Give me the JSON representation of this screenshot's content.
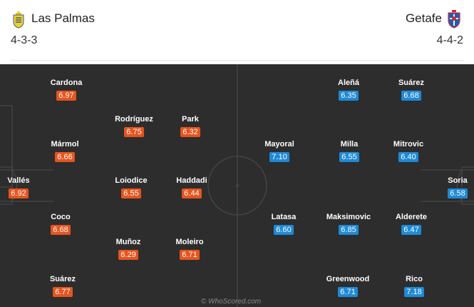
{
  "home": {
    "name": "Las Palmas",
    "formation": "4-3-3",
    "rating_color": "#e6541e",
    "crest_icon": "las-palmas-crest",
    "players": [
      {
        "name": "Cardona",
        "rating": "6.97"
      },
      {
        "name": "Rodríguez",
        "rating": "6.75"
      },
      {
        "name": "Park",
        "rating": "6.32"
      },
      {
        "name": "Mármol",
        "rating": "6.66"
      },
      {
        "name": "Vallés",
        "rating": "6.92"
      },
      {
        "name": "Loiodice",
        "rating": "6.55"
      },
      {
        "name": "Haddadi",
        "rating": "6.44"
      },
      {
        "name": "Coco",
        "rating": "6.68"
      },
      {
        "name": "Muñoz",
        "rating": "6.29"
      },
      {
        "name": "Moleiro",
        "rating": "6.71"
      },
      {
        "name": "Suárez",
        "rating": "6.77"
      }
    ]
  },
  "away": {
    "name": "Getafe",
    "formation": "4-4-2",
    "rating_color": "#1e8ad6",
    "crest_icon": "getafe-crest",
    "players": [
      {
        "name": "Aleñá",
        "rating": "6.35"
      },
      {
        "name": "Suárez",
        "rating": "6.68"
      },
      {
        "name": "Mayoral",
        "rating": "7.10"
      },
      {
        "name": "Milla",
        "rating": "6.55"
      },
      {
        "name": "Mitrovic",
        "rating": "6.40"
      },
      {
        "name": "Soria",
        "rating": "6.58"
      },
      {
        "name": "Latasa",
        "rating": "6.60"
      },
      {
        "name": "Maksimovic",
        "rating": "6.85"
      },
      {
        "name": "Alderete",
        "rating": "6.47"
      },
      {
        "name": "Greenwood",
        "rating": "6.71"
      },
      {
        "name": "Rico",
        "rating": "7.18"
      }
    ]
  },
  "watermark": "© WhoScored.com"
}
